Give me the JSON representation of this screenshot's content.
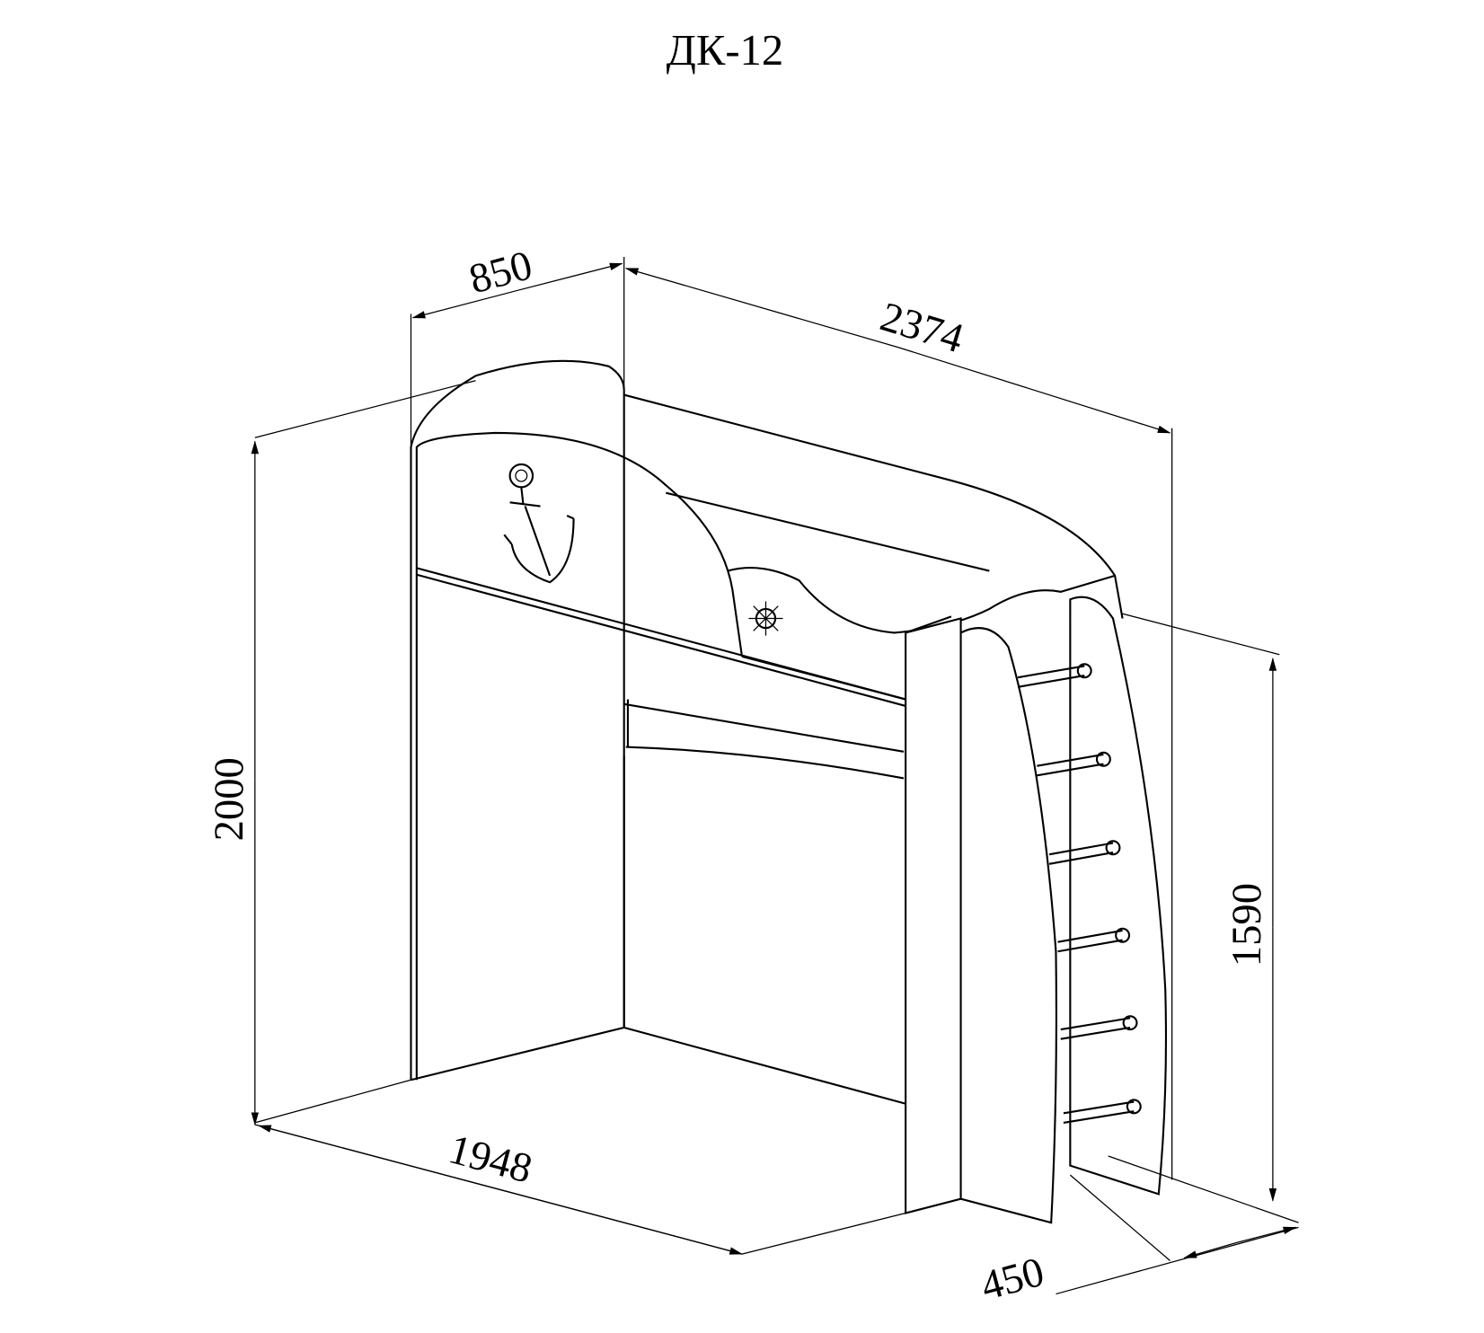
{
  "title": "ДК-12",
  "dimensions": {
    "depth_top": "850",
    "length_top": "2374",
    "height_total": "2000",
    "height_ladder": "1590",
    "length_bottom": "1948",
    "ladder_depth": "450"
  },
  "colors": {
    "line": "#000000",
    "background": "#ffffff"
  }
}
